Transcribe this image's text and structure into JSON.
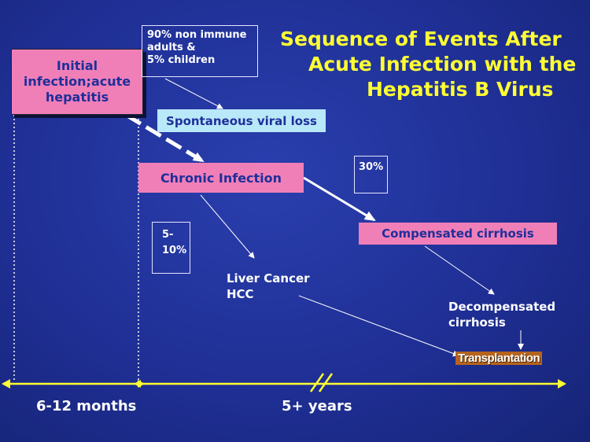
{
  "title": {
    "line1": "Sequence of Events After",
    "line2": "Acute Infection with the",
    "line3": "Hepatitis B Virus"
  },
  "boxes": {
    "initial": {
      "line1": "Initial",
      "line2": "infection;acute",
      "line3": "hepatitis"
    },
    "spontaneous": "Spontaneous viral loss",
    "chronic": "Chronic Infection",
    "compensated": "Compensated cirrhosis",
    "liver_cancer": {
      "line1": "Liver Cancer",
      "line2": "HCC"
    },
    "decompensated": {
      "line1": "Decompensated",
      "line2": "cirrhosis"
    },
    "transplantation": "Transplantation"
  },
  "notes": {
    "non_immune": {
      "line1": "90% non immune",
      "line2": "adults &",
      "line3": "5% children"
    },
    "thirty": "30%",
    "five_ten": {
      "line1": "5-",
      "line2": "10%"
    }
  },
  "timeline": {
    "label_short": "6-12 months",
    "label_long": "5+ years"
  },
  "colors": {
    "background": "#1f2f95",
    "title": "#ffff33",
    "pink_box": "#f07fb8",
    "light_blue_box": "#b9e8f8",
    "timeline": "#ffff33"
  }
}
